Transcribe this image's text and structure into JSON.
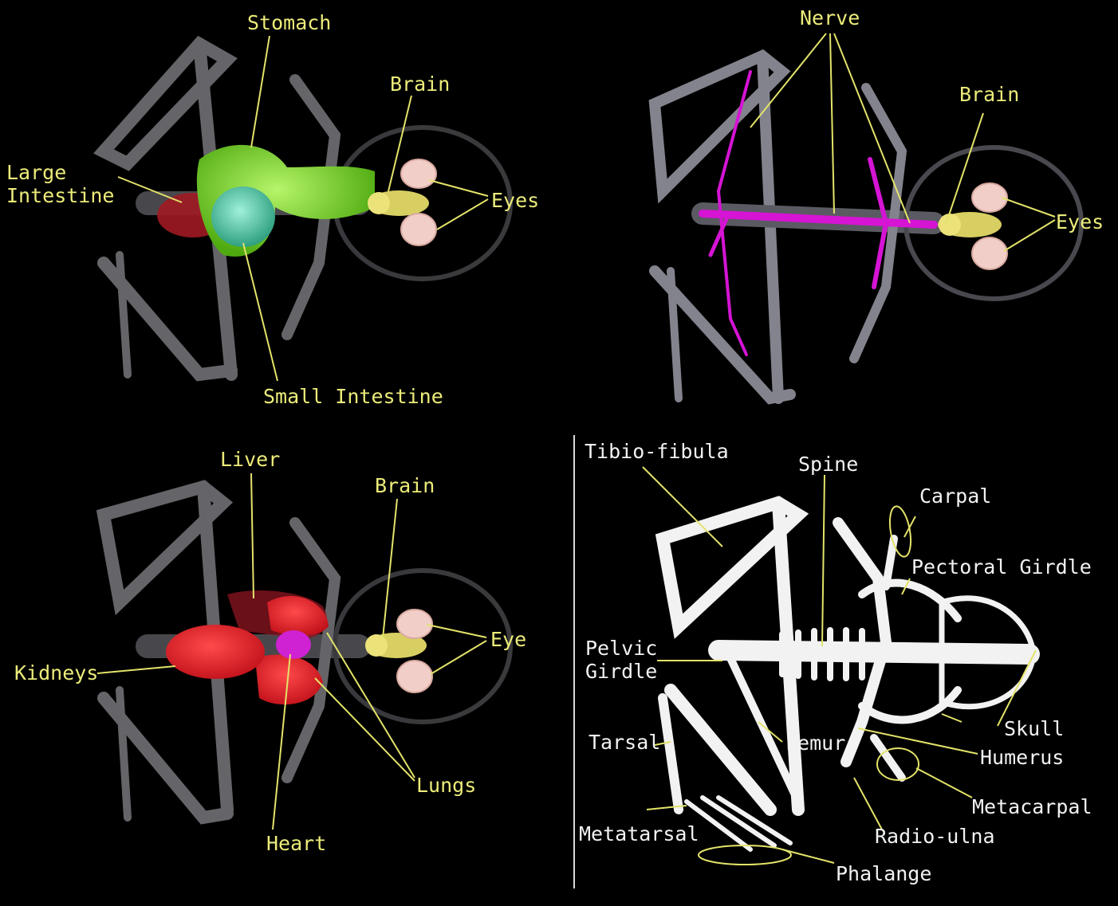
{
  "colors": {
    "background": "#000000",
    "label_yellow": "#ecec7a",
    "label_white": "#f2f2f2",
    "bone_gray": "#8a8a90",
    "stomach": "#7fe02a",
    "small_intestine": "#5fd2b4",
    "large_intestine": "#a01a22",
    "brain": "#d8cf62",
    "eyes": "#f1cfc8",
    "nerve": "#d514d4",
    "liver_lungs": "#ee1a22",
    "heart": "#cf22d2",
    "skeleton_white": "#f2f2f2"
  },
  "panels": {
    "digestive": {
      "stomach": "Stomach",
      "brain": "Brain",
      "large_intestine": "Large\nIntestine",
      "eyes": "Eyes",
      "small_intestine": "Small Intestine"
    },
    "nervous": {
      "nerve": "Nerve",
      "brain": "Brain",
      "eyes": "Eyes"
    },
    "organs": {
      "liver": "Liver",
      "brain": "Brain",
      "eye": "Eye",
      "kidneys": "Kidneys",
      "lungs": "Lungs",
      "heart": "Heart"
    },
    "skeleton": {
      "tibio_fibula": "Tibio-fibula",
      "spine": "Spine",
      "carpal": "Carpal",
      "pectoral_girdle": "Pectoral Girdle",
      "pelvic_girdle": "Pelvic\nGirdle",
      "skull": "Skull",
      "tarsal": "Tarsal",
      "femur": "Femur",
      "humerus": "Humerus",
      "metacarpal": "Metacarpal",
      "metatarsal": "Metatarsal",
      "radio_ulna": "Radio-ulna",
      "phalange": "Phalange"
    }
  }
}
